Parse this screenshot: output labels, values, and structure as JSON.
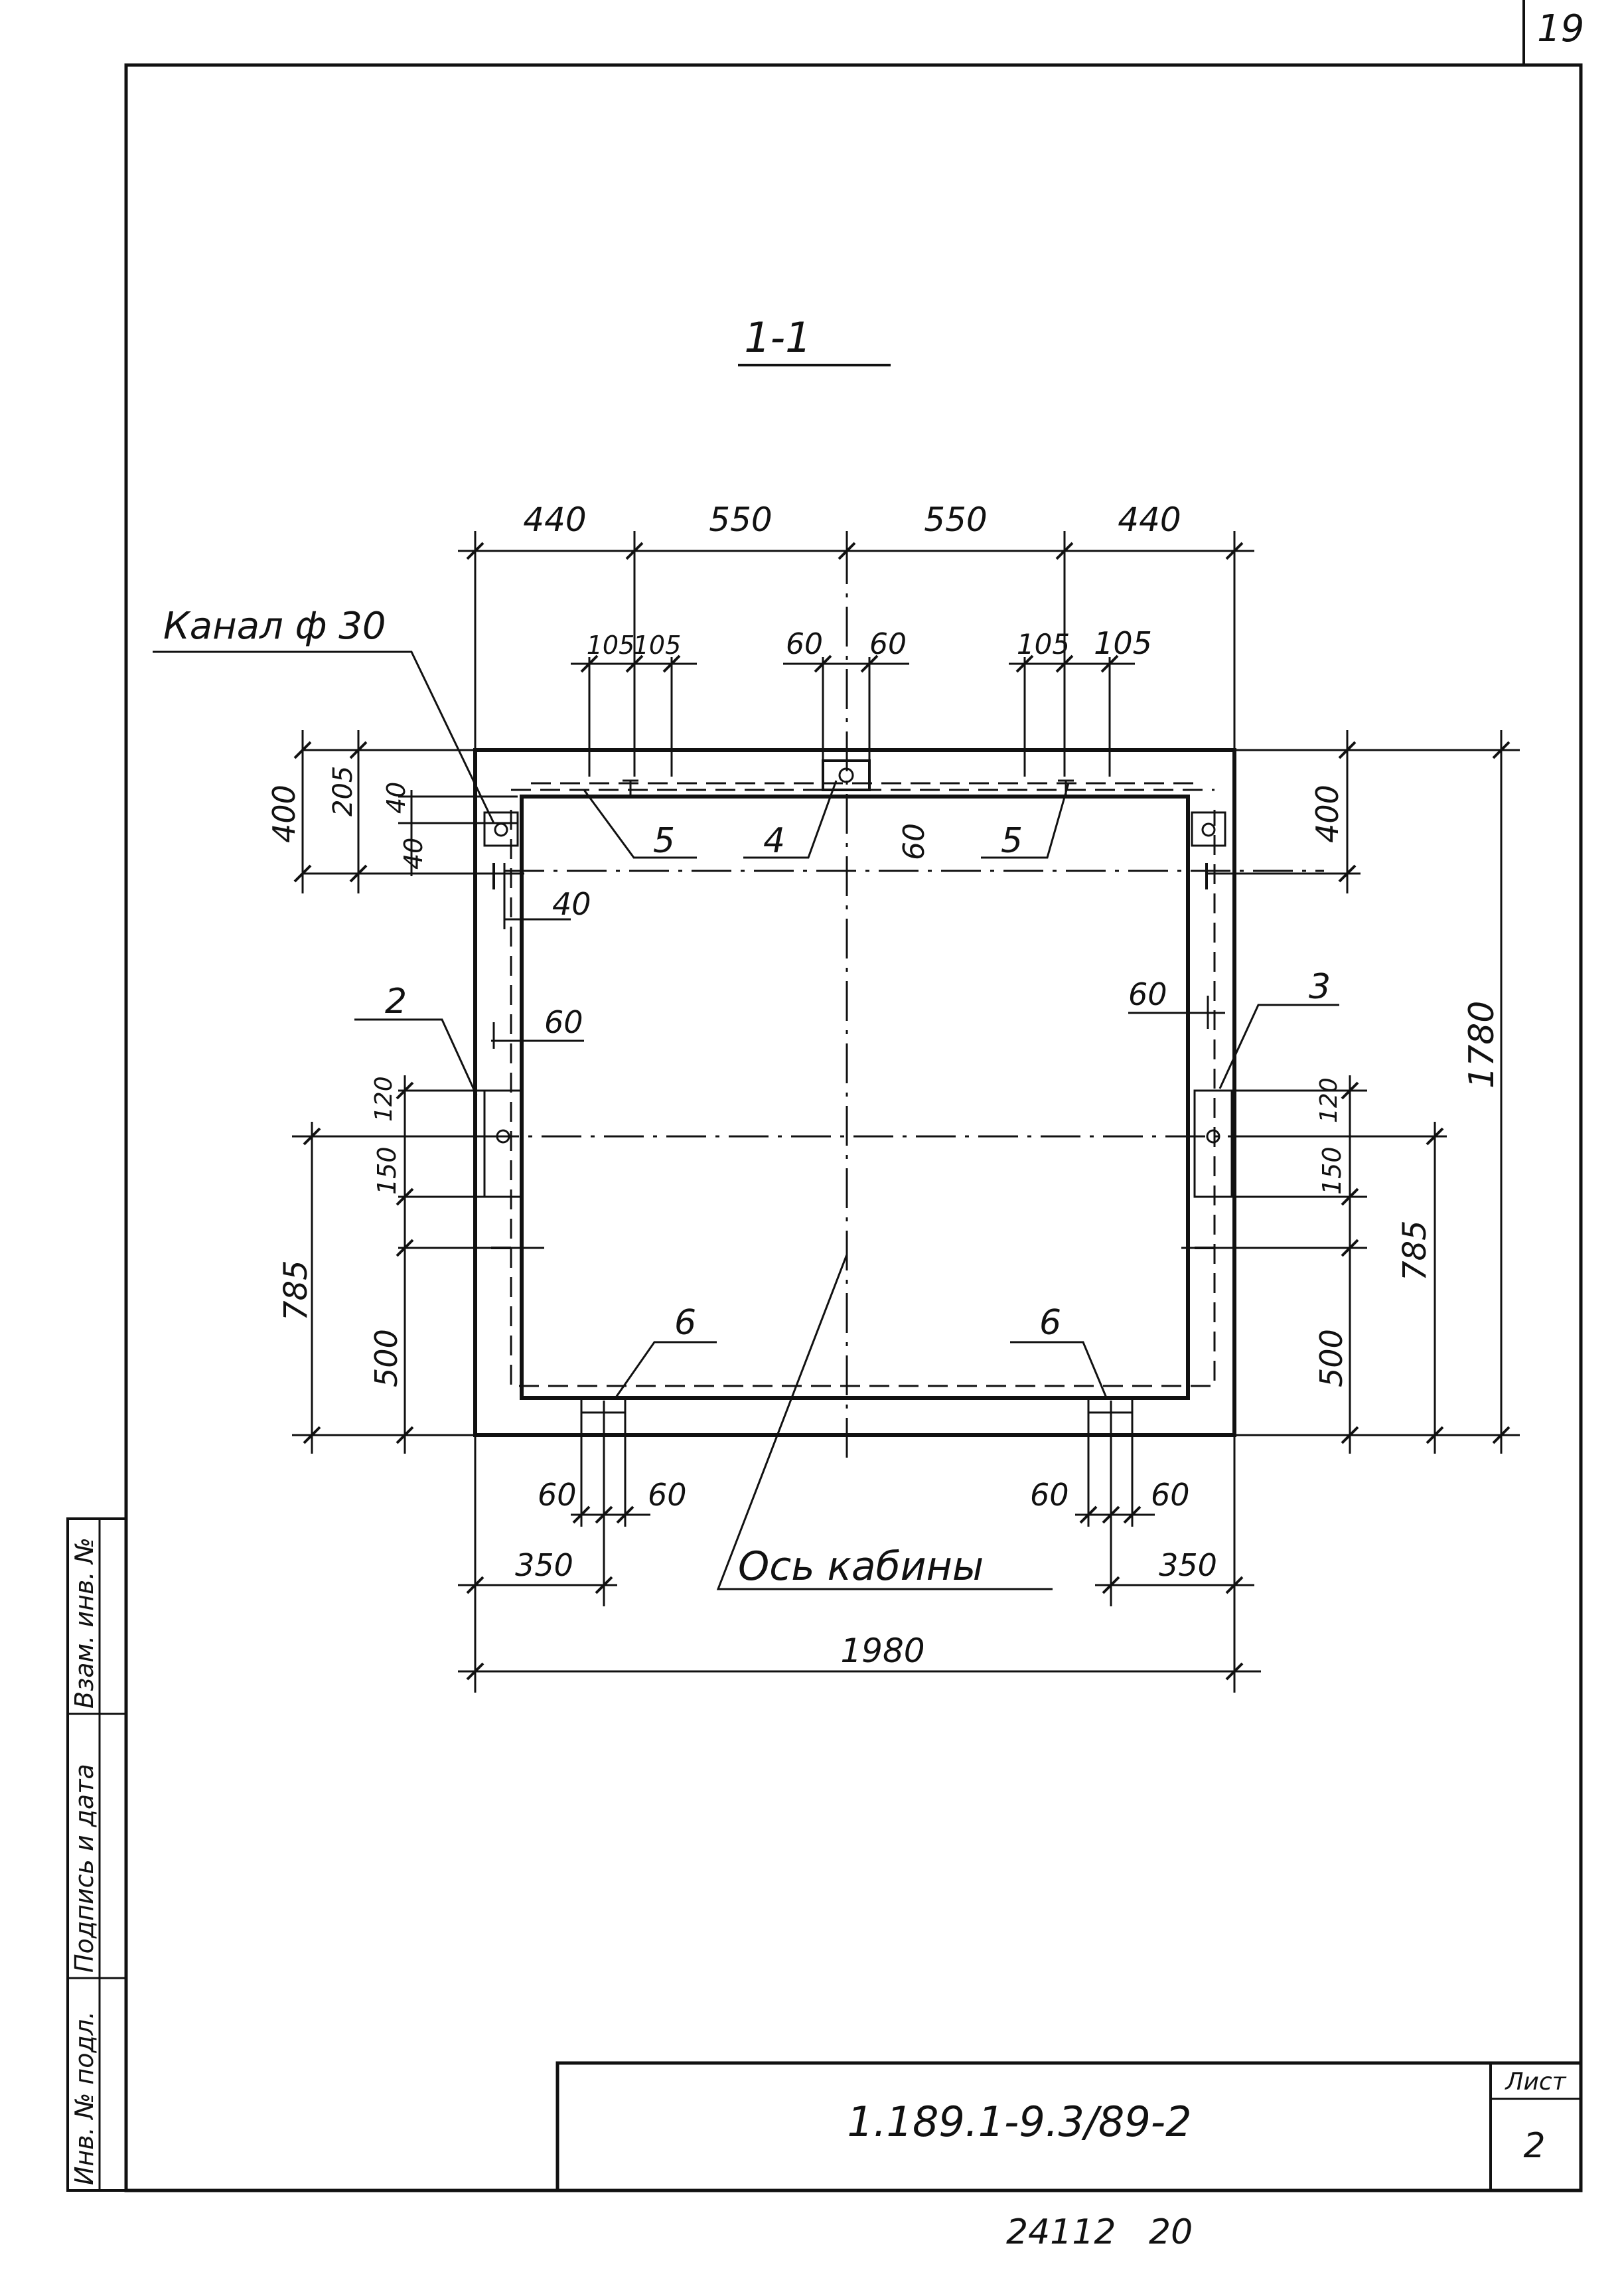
{
  "sheet_corner_number": "19",
  "section": {
    "title": "1-1"
  },
  "labels": {
    "channel": "Канал ф 30",
    "cabin_axis": "Ось кабины"
  },
  "dimensions": {
    "top_spans": [
      "440",
      "550",
      "550",
      "440"
    ],
    "top_left_pair": [
      "105",
      "105"
    ],
    "top_center_pair": [
      "60",
      "60"
    ],
    "top_right_pair": [
      "105",
      "105"
    ],
    "center_60": "60",
    "left_400": "400",
    "left_205": "205",
    "left_40a": "40",
    "left_40b": "40",
    "inner_40": "40",
    "inner_60_left": "60",
    "inner_60_right": "60",
    "left_120": "120",
    "left_150": "150",
    "left_785": "785",
    "left_500": "500",
    "right_400": "400",
    "right_1780": "1780",
    "right_120": "120",
    "right_150": "150",
    "right_785": "785",
    "right_500": "500",
    "bottom_left_pair": [
      "60",
      "60"
    ],
    "bottom_right_pair": [
      "60",
      "60"
    ],
    "bottom_350_left": "350",
    "bottom_350_right": "350",
    "overall_1980": "1980"
  },
  "callouts": [
    "2",
    "3",
    "4",
    "5",
    "5",
    "6",
    "6"
  ],
  "side_stamp": {
    "field_1": "Инв. № подл.",
    "field_2": "Подпись и дата",
    "field_3": "Взам. инв. №"
  },
  "title_block": {
    "designation": "1.189.1-9.3/89-2",
    "sheet_label": "Лист",
    "sheet_number": "2"
  },
  "footer_code": "24112   20"
}
